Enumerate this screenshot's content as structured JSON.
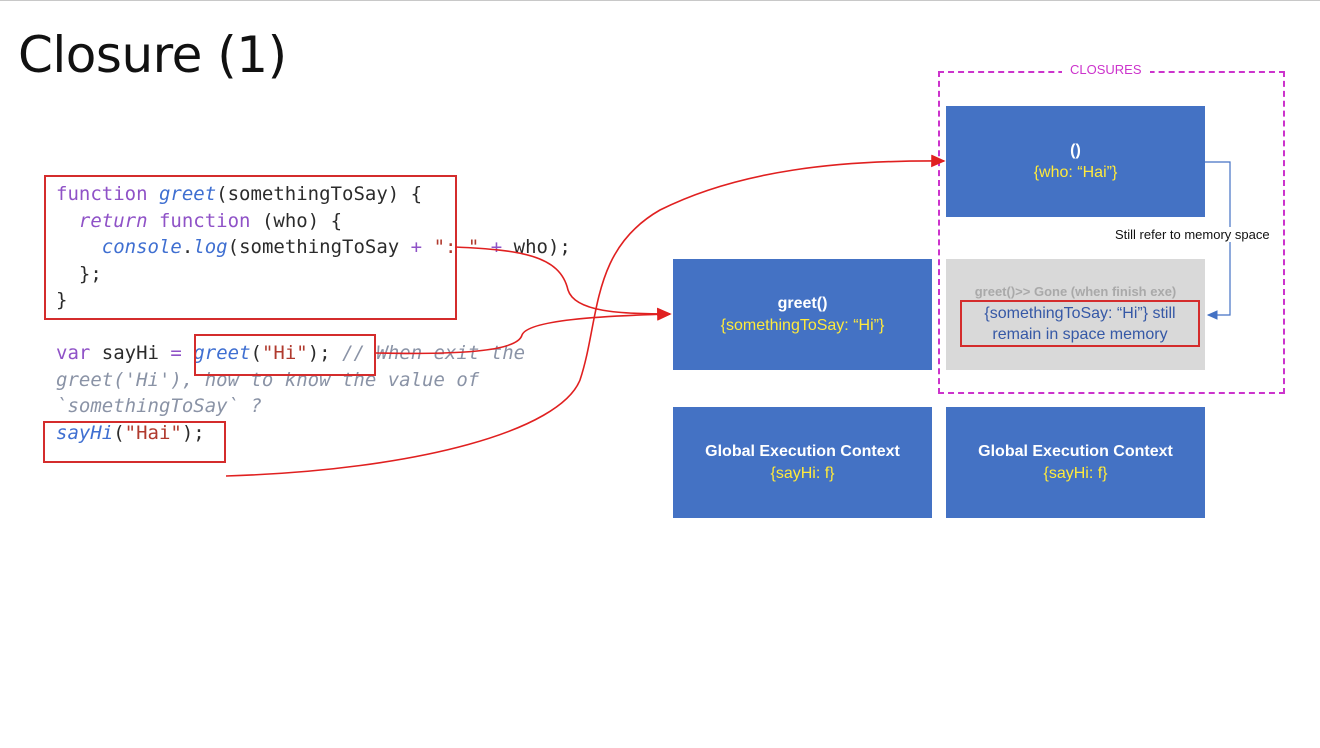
{
  "slide": {
    "title": "Closure (1)"
  },
  "code": {
    "l1": {
      "kw": "function",
      "fn": "greet",
      "rest": "(somethingToSay) {"
    },
    "l2": {
      "kw": "return",
      "kw2": "function",
      "rest": " (who) {"
    },
    "l3": {
      "obj": "console",
      "dot": ".",
      "fn": "log",
      "a": "(somethingToSay ",
      "plus": "+",
      "str": "\": \"",
      "plus2": "+",
      "b": " who);"
    },
    "l4": "};",
    "l5": "}",
    "l6": {
      "kw": "var",
      "a": " sayHi ",
      "eq": "=",
      "fn": "greet",
      "b": "(",
      "str": "\"Hi\"",
      "c": "); ",
      "cmt": "// When exit the"
    },
    "l7": "greet('Hi'), how to know the value of",
    "l8": "`somethingToSay` ?",
    "l9": {
      "fn": "sayHi",
      "a": "(",
      "str": "\"Hai\"",
      "b": ");"
    }
  },
  "diagram": {
    "closures_label": "CLOSURES",
    "ref_label": "Still refer to memory space",
    "anon": {
      "title": "()",
      "value": "{who: “Hai”}"
    },
    "greet": {
      "title": "greet()",
      "value": "{somethingToSay: “Hi”}"
    },
    "gone": {
      "title": "greet()>> Gone (when finish exe)",
      "value": "{somethingToSay: “Hi”} still remain in space memory"
    },
    "global_left": {
      "title": "Global Execution Context",
      "value": "{sayHi: f}"
    },
    "global_right": {
      "title": "Global Execution Context",
      "value": "{sayHi: f}"
    }
  },
  "colors": {
    "box_blue": "#4472c4",
    "value_yellow": "#ffea3b",
    "arrow_red": "#e02020",
    "closure_magenta": "#cc33cc",
    "ref_blue": "#4472c4"
  }
}
